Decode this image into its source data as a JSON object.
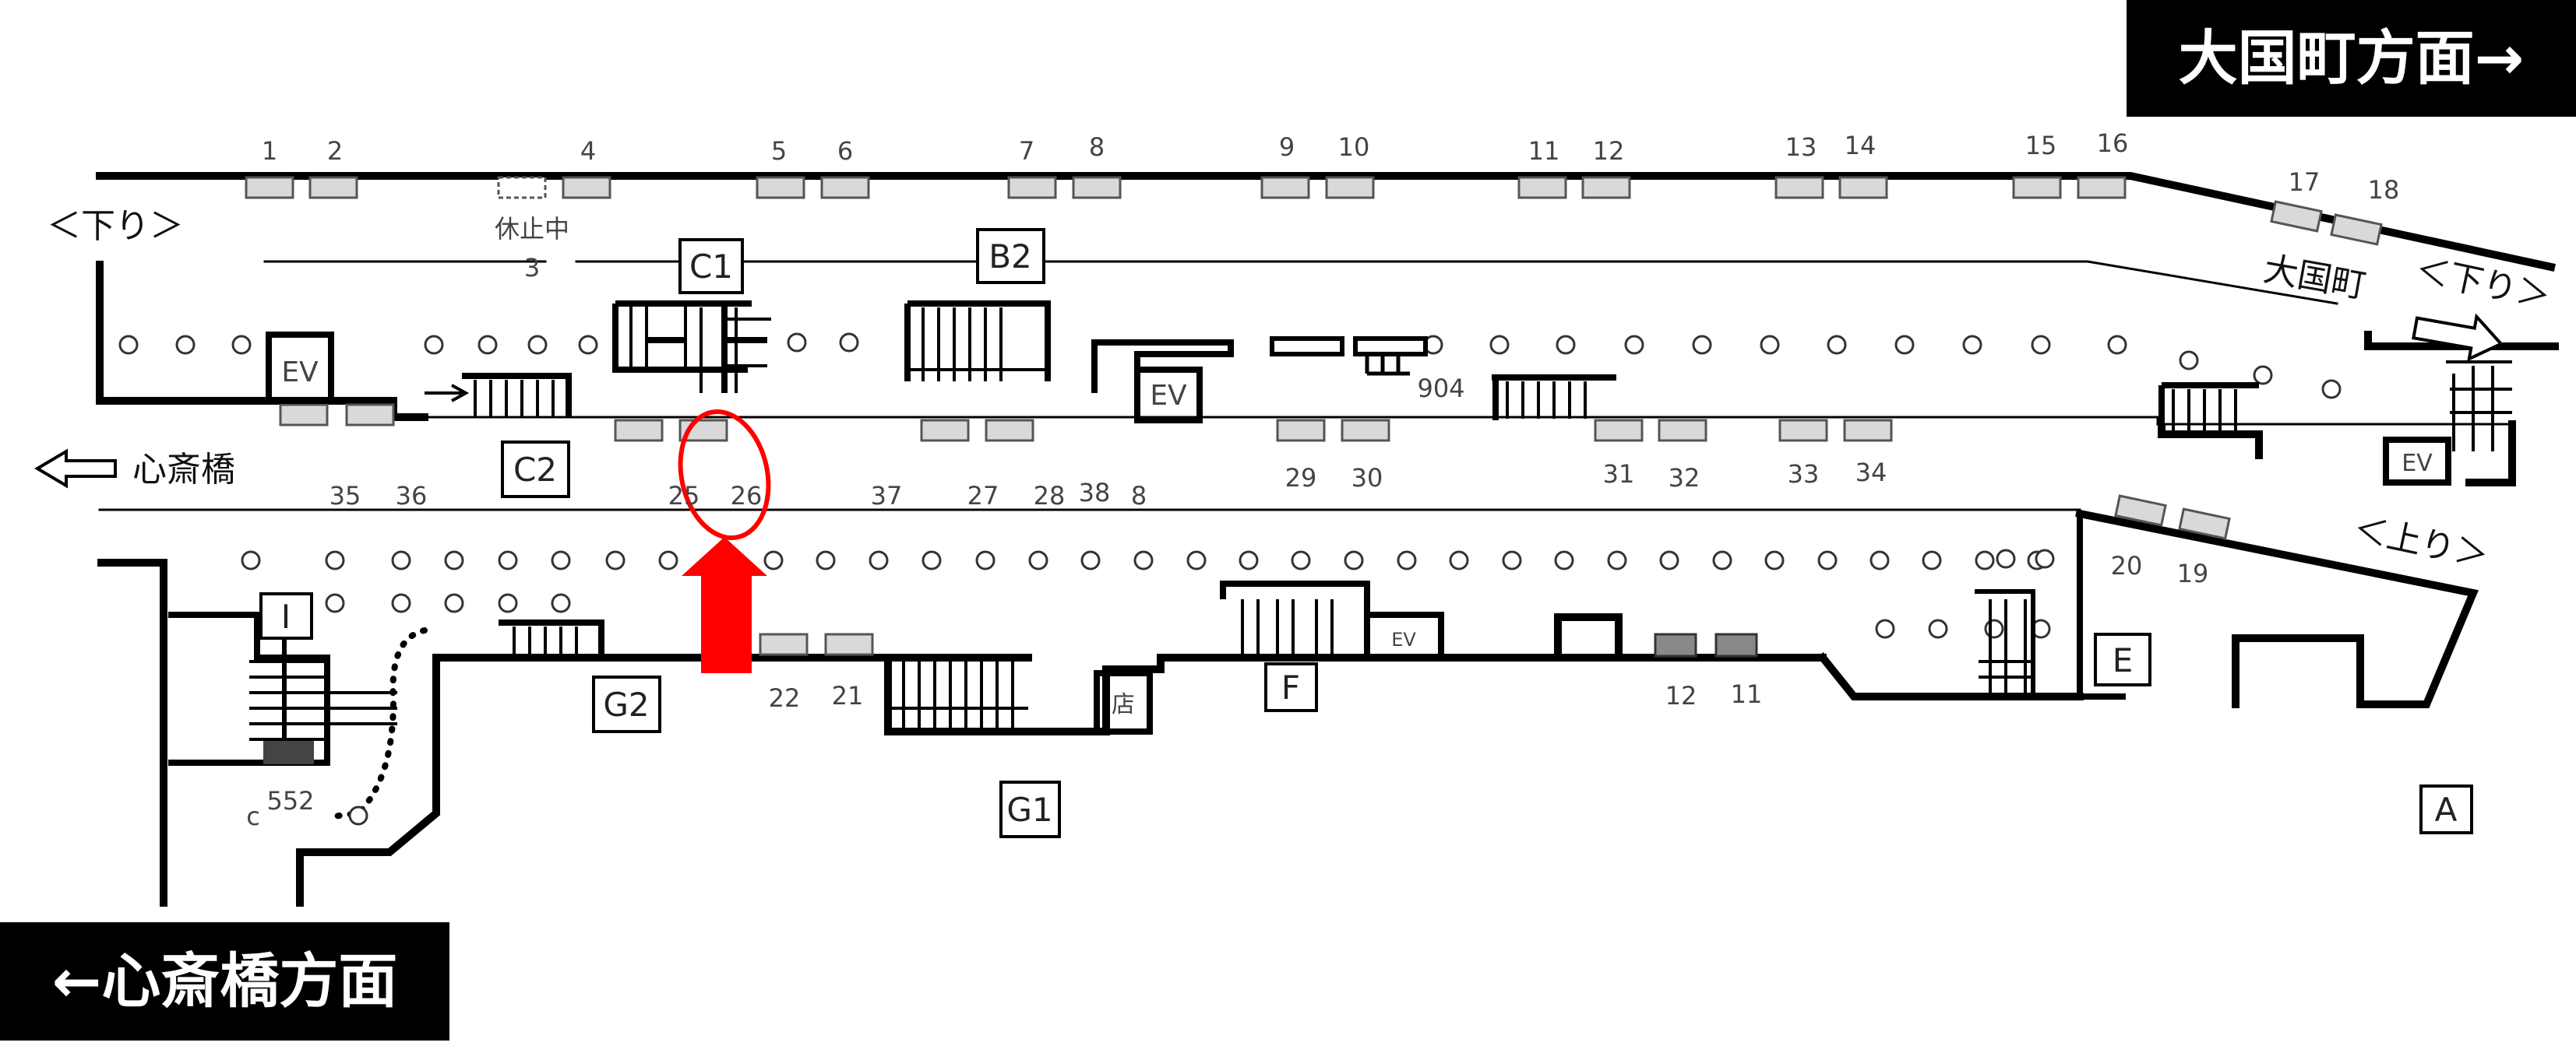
{
  "direction_right": "大国町方面→",
  "direction_left": "←心斎橋方面",
  "track_labels": {
    "down_left": "＜下り＞",
    "down_right": "＜下り＞",
    "up_right": "＜上り＞"
  },
  "dest_daikokucho": "大国町",
  "dest_shinsaibashi": "心斎橋",
  "suspended": "休止中",
  "exits": {
    "C1": "C1",
    "B2": "B2",
    "C2": "C2",
    "G2": "G2",
    "G1": "G1",
    "F": "F",
    "E": "E",
    "A": "A",
    "I": "I"
  },
  "elevator": "EV",
  "shop": "店",
  "numbers": {
    "n1": "1",
    "n2": "2",
    "n3": "3",
    "n4": "4",
    "n5": "5",
    "n6": "6",
    "n7": "7",
    "n8": "8",
    "n9": "9",
    "n10": "10",
    "n11": "11",
    "n12": "12",
    "n13": "13",
    "n14": "14",
    "n15": "15",
    "n16": "16",
    "n17": "17",
    "n18": "18",
    "n19": "19",
    "n20": "20",
    "n21": "21",
    "n22": "22",
    "n25": "25",
    "n26": "26",
    "n27": "27",
    "n28": "28",
    "n29": "29",
    "n30": "30",
    "n31": "31",
    "n32": "32",
    "n33": "33",
    "n34": "34",
    "n35": "35",
    "n36": "36",
    "n37": "37",
    "n38": "38",
    "n8b": "8",
    "n904": "904",
    "n552": "552",
    "nc": "c",
    "n12b": "12",
    "n11b": "11"
  },
  "colors": {
    "highlight": "#ff0000",
    "line": "#000000",
    "panel": "#d9d9d9"
  }
}
